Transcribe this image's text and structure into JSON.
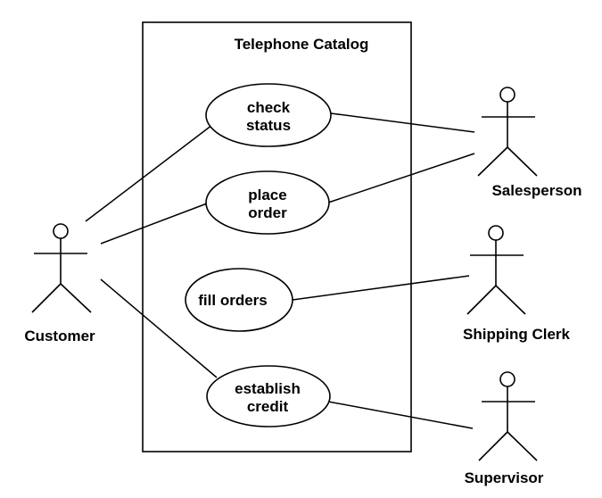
{
  "system": {
    "title": "Telephone Catalog"
  },
  "use_cases": {
    "check_status": {
      "line1": "check",
      "line2": "status"
    },
    "place_order": {
      "line1": "place",
      "line2": "order"
    },
    "fill_orders": {
      "line1": "fill orders"
    },
    "establish_credit": {
      "line1": "establish",
      "line2": "credit"
    }
  },
  "actors": {
    "customer": "Customer",
    "salesperson": "Salesperson",
    "shipping_clerk": "Shipping Clerk",
    "supervisor": "Supervisor"
  },
  "colors": {
    "stroke": "#000000",
    "background": "#ffffff"
  }
}
